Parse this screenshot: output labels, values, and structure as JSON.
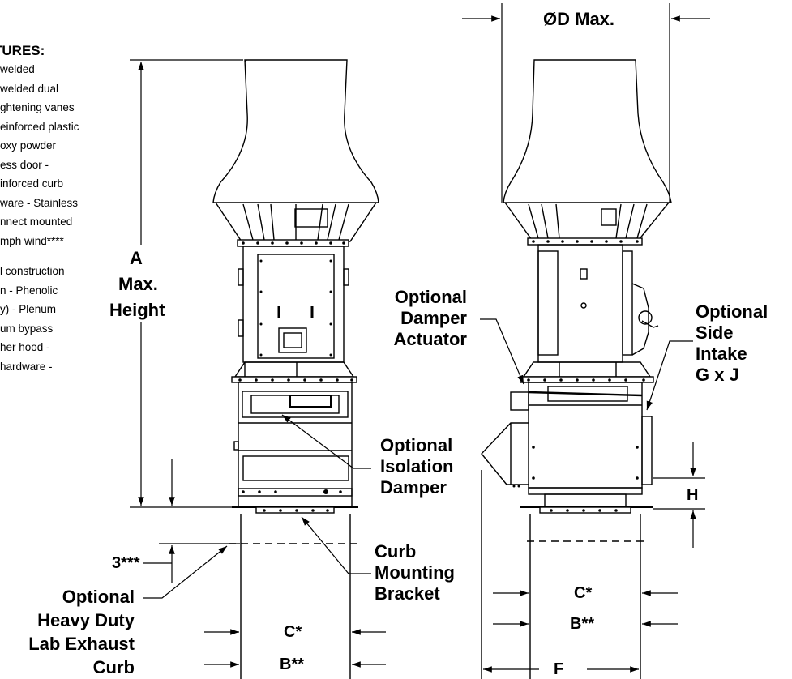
{
  "features": {
    "heading": "TURES:",
    "lines": [
      "welded",
      "welded dual",
      "ghtening vanes",
      "einforced plastic",
      "oxy powder",
      "ess door -",
      "inforced curb",
      "ware - Stainless",
      "nnect mounted",
      "mph wind****",
      "",
      "l construction",
      "n - Phenolic",
      "y) - Plenum",
      "um bypass",
      "her hood -",
      "hardware -"
    ]
  },
  "labels": {
    "height_a": "A",
    "height_max": "Max.",
    "height_word": "Height",
    "diameter": "ØD Max.",
    "damper_actuator": [
      "Optional",
      "Damper",
      "Actuator"
    ],
    "side_intake": [
      "Optional",
      "Side",
      "Intake",
      "G x J"
    ],
    "isolation_damper": [
      "Optional",
      "Isolation",
      "Damper"
    ],
    "curb_bracket": [
      "Curb",
      "Mounting",
      "Bracket"
    ],
    "lab_curb": [
      "Optional",
      "Heavy Duty",
      "Lab Exhaust",
      "Curb"
    ],
    "dim_3": "3***",
    "dim_h": "H",
    "dim_c_left": "C*",
    "dim_b_left": "B**",
    "dim_c_right": "C*",
    "dim_b_right": "B**",
    "dim_f": "F"
  }
}
